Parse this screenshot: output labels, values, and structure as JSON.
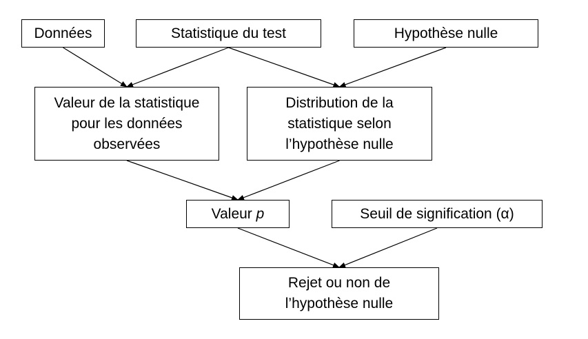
{
  "nodes": {
    "donnees": {
      "lines": [
        "Données"
      ]
    },
    "statistique": {
      "lines": [
        "Statistique du test"
      ]
    },
    "hypothese": {
      "lines": [
        "Hypothèse nulle"
      ]
    },
    "valeur_stat": {
      "lines": [
        "Valeur de la statistique",
        "pour les données",
        "observées"
      ]
    },
    "distribution": {
      "lines": [
        "Distribution de la",
        "statistique selon",
        "l’hypothèse nulle"
      ]
    },
    "valeur_p": {
      "prefix": "Valeur ",
      "italic": "p"
    },
    "seuil": {
      "lines": [
        "Seuil de signification (α)"
      ]
    },
    "rejet": {
      "lines": [
        "Rejet ou non de",
        "l’hypothèse nulle"
      ]
    }
  },
  "edges": [
    [
      "donnees",
      "valeur_stat"
    ],
    [
      "statistique",
      "valeur_stat"
    ],
    [
      "statistique",
      "distribution"
    ],
    [
      "hypothese",
      "distribution"
    ],
    [
      "valeur_stat",
      "valeur_p"
    ],
    [
      "distribution",
      "valeur_p"
    ],
    [
      "valeur_p",
      "rejet"
    ],
    [
      "seuil",
      "rejet"
    ]
  ]
}
